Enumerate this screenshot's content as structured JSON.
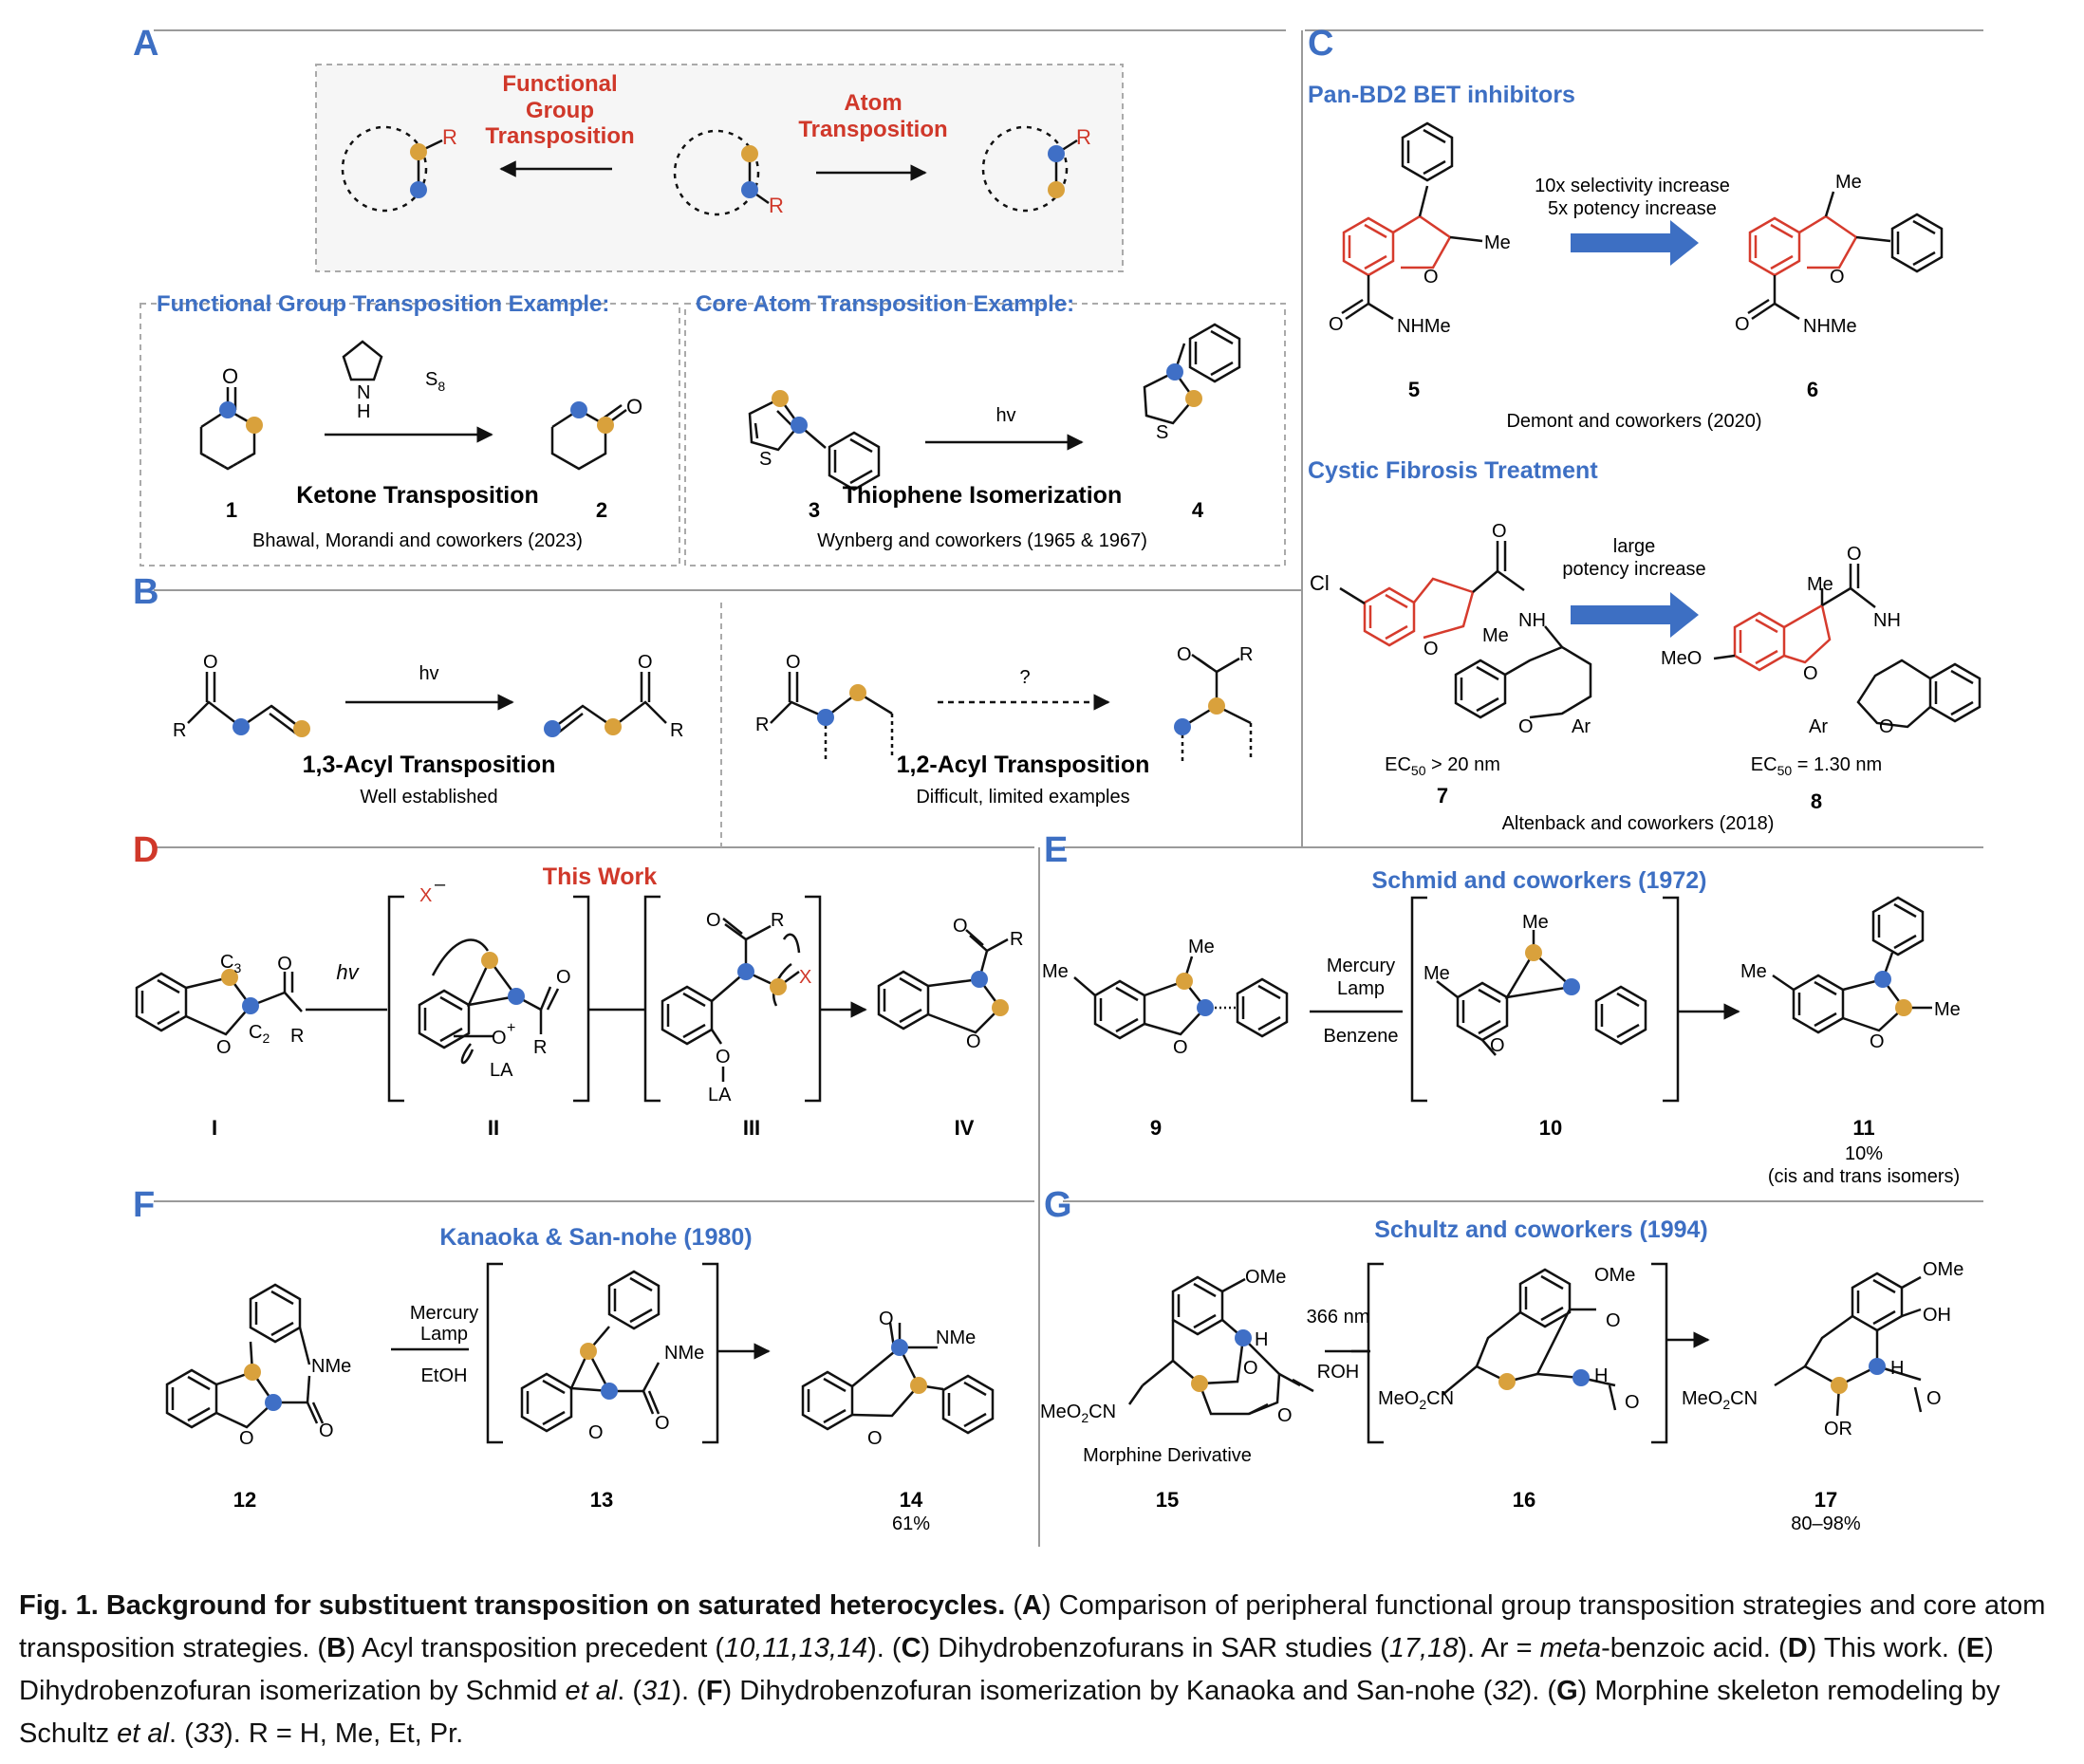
{
  "colors": {
    "blue_text": "#3d6fc3",
    "red_text": "#d0382a",
    "gold_dot": "#d9a13c",
    "blue_dot": "#3f6fc6",
    "red_ring": "#d63b2d",
    "blue_arrow": "#3d6fc3"
  },
  "panels": {
    "A": {
      "letter": "A",
      "top_box": {
        "functional_group": [
          "Functional",
          "Group",
          "Transposition"
        ],
        "atom": [
          "Atom",
          "Transposition"
        ],
        "r": "R"
      },
      "fg_example_title": "Functional Group Transposition Example:",
      "core_example_title": "Core Atom Transposition Example:",
      "ketone": {
        "reagent_n": "N",
        "reagent_h": "H",
        "s8": "S",
        "s8_sub": "8",
        "title": "Ketone Transposition",
        "cmpd1": "1",
        "cmpd2": "2",
        "credit": "Bhawal, Morandi and coworkers (2023)",
        "o": "O"
      },
      "thiophene": {
        "hv": "hv",
        "title": "Thiophene Isomerization",
        "cmpd3": "3",
        "cmpd4": "4",
        "credit": "Wynberg and coworkers (1965 & 1967)",
        "s": "S"
      }
    },
    "B": {
      "letter": "B",
      "left": {
        "hv": "hv",
        "title": "1,3-Acyl Transposition",
        "sub": "Well established",
        "o": "O",
        "r": "R"
      },
      "right": {
        "q": "?",
        "title": "1,2-Acyl Transposition",
        "sub": "Difficult, limited examples",
        "o": "O",
        "r": "R"
      }
    },
    "C": {
      "letter": "C",
      "bet_title": "Pan-BD2 BET inhibitors",
      "bet_line1": "10x selectivity increase",
      "bet_line2": "5x potency increase",
      "cmpd5": "5",
      "cmpd6": "6",
      "bet_credit": "Demont and coworkers (2020)",
      "nhme": "NHMe",
      "me": "Me",
      "o": "O",
      "cf_title": "Cystic Fibrosis Treatment",
      "cf_line1": "large",
      "cf_line2": "potency increase",
      "cl": "Cl",
      "nh": "NH",
      "ar": "Ar",
      "meo": "MeO",
      "ec7": "EC",
      "ec7_sub": "50",
      "ec7_val": " > 20 nm",
      "ec8": "EC",
      "ec8_sub": "50",
      "ec8_val": " = 1.30 nm",
      "cmpd7": "7",
      "cmpd8": "8",
      "cf_credit": "Altenback and coworkers (2018)"
    },
    "D": {
      "letter": "D",
      "this_work": "This Work",
      "hv": "hv",
      "c3": "C",
      "c3_sub": "3",
      "c2": "C",
      "c2_sub": "2",
      "o": "O",
      "r": "R",
      "x": "X",
      "x_charge": "–",
      "la": "LA",
      "plus": "+",
      "labels": [
        "I",
        "II",
        "III",
        "IV"
      ]
    },
    "E": {
      "letter": "E",
      "title": "Schmid and coworkers (1972)",
      "cond1": [
        "Mercury",
        "Lamp"
      ],
      "cond2": "Benzene",
      "me": "Me",
      "o": "O",
      "cmpd9": "9",
      "cmpd10": "10",
      "cmpd11": "11",
      "yield": "10%",
      "isomers": "(cis and trans isomers)"
    },
    "F": {
      "letter": "F",
      "title": "Kanaoka & San-nohe (1980)",
      "cond1": [
        "Mercury",
        "Lamp"
      ],
      "cond2": "EtOH",
      "nme": "NMe",
      "o": "O",
      "cmpd12": "12",
      "cmpd13": "13",
      "cmpd14": "14",
      "yield": "61%"
    },
    "G": {
      "letter": "G",
      "title": "Schultz and coworkers (1994)",
      "cond1": "366 nm",
      "cond2": "ROH",
      "ome": "OMe",
      "oh": "OH",
      "h": "H",
      "or": "OR",
      "o": "O",
      "meo2cn": "MeO",
      "meo2cn_sub": "2",
      "meo2cn_tail": "CN",
      "morphine": "Morphine Derivative",
      "cmpd15": "15",
      "cmpd16": "16",
      "cmpd17": "17",
      "yield": "80–98%"
    }
  },
  "caption": {
    "lead": "Fig. 1. Background for substituent transposition on saturated heterocycles.",
    "A_tag": "A",
    "A_text": ") Comparison of peripheral functional group transposition strategies and core atom transposition strategies. (",
    "B_tag": "B",
    "B_text1": ") Acyl transposition precedent (",
    "B_refs": "10,11,13,14",
    "B_text2": "). (",
    "C_tag": "C",
    "C_text1": ") Dihydrobenzofurans in SAR studies (",
    "C_refs": "17,18",
    "C_text2": "). Ar = ",
    "C_meta": "meta",
    "C_text3": "-benzoic acid. (",
    "D_tag": "D",
    "D_text": ") This work. (",
    "E_tag": "E",
    "E_text1": ") Dihydrobenzofuran isomerization by Schmid ",
    "E_etal": "et al",
    "E_text2": ". (",
    "E_ref": "31",
    "E_text3": "). (",
    "F_tag": "F",
    "F_text1": ") Dihydrobenzofuran isomerization by Kanaoka and San-nohe (",
    "F_ref": "32",
    "F_text2": "). (",
    "G_tag": "G",
    "G_text1": ") Morphine skeleton remodeling by Schultz ",
    "G_etal": "et al",
    "G_text2": ". (",
    "G_ref": "33",
    "G_text3": "). R = H, Me, Et, Pr."
  }
}
